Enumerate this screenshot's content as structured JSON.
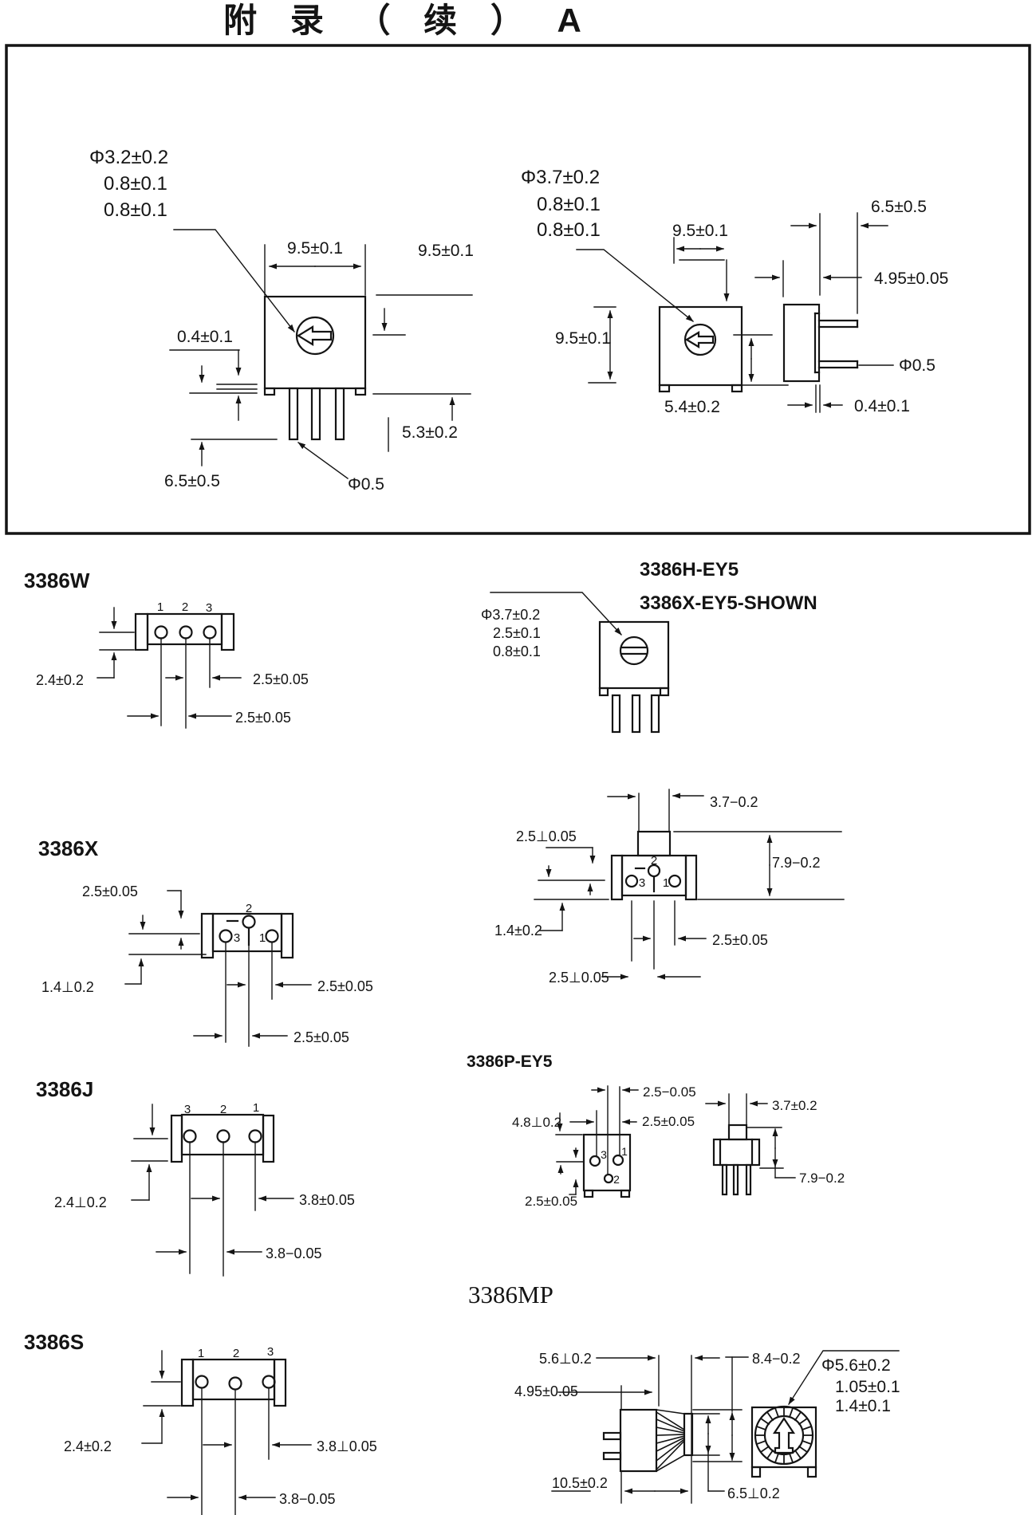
{
  "page": {
    "title": "附 录 （ 续 ） A"
  },
  "top_box": {
    "front_a": {
      "callout": [
        "Φ3.2±0.2",
        "0.8±0.1",
        "0.8±0.1"
      ],
      "dim_width": "9.5±0.1",
      "dim_height": "9.5±0.1",
      "dim_standoff": "0.4±0.1",
      "dim_pin_length": "5.3±0.2",
      "dim_pin_below": "6.5±0.5",
      "dim_pin_dia": "Φ0.5"
    },
    "front_b": {
      "callout": [
        "Φ3.7±0.2",
        "0.8±0.1",
        "0.8±0.1"
      ],
      "dim_width": "9.5±0.1",
      "dim_height": "9.5±0.1",
      "dim_center": "5.4±0.2",
      "dim_pin_length": "6.5±0.5",
      "dim_pin_pitch": "4.95±0.05",
      "dim_pin_dia": "Φ0.5",
      "dim_standoff": "0.4±0.1"
    }
  },
  "sections": {
    "w": {
      "title": "3386W",
      "pins": [
        "1",
        "2",
        "3"
      ],
      "dim_left": "2.4±0.2",
      "dim_right": "2.5±0.05",
      "dim_bottom": "2.5±0.05"
    },
    "x": {
      "title": "3386X",
      "pins": [
        "2",
        "3",
        "1"
      ],
      "dim_top": "2.5±0.05",
      "dim_left": "1.4⊥0.2",
      "dim_right": "2.5±0.05",
      "dim_bottom": "2.5±0.05"
    },
    "j": {
      "title": "3386J",
      "pins": [
        "3",
        "2",
        "1"
      ],
      "dim_left": "2.4⊥0.2",
      "dim_right": "3.8±0.05",
      "dim_bottom": "3.8−0.05"
    },
    "s": {
      "title": "3386S",
      "pins": [
        "1",
        "2",
        "3"
      ],
      "dim_left": "2.4±0.2",
      "dim_right": "3.8⊥0.05",
      "dim_bottom": "3.8−0.05"
    },
    "hey5": {
      "title1": "3386H-EY5",
      "title2": "3386X-EY5-SHOWN",
      "callout": [
        "Φ3.7±0.2",
        "2.5±0.1",
        "0.8±0.1"
      ],
      "bottom_view": {
        "pins": [
          "2",
          "3",
          "1"
        ],
        "dim_top": "3.7−0.2",
        "dim_top_left": "2.5⊥0.05",
        "dim_height": "7.9−0.2",
        "dim_left": "1.4±0.2",
        "dim_right": "2.5±0.05",
        "dim_bottom": "2.5⊥0.05"
      }
    },
    "pey5": {
      "title": "3386P-EY5",
      "pins": [
        "3",
        "1",
        "2"
      ],
      "dim_top1": "2.5−0.05",
      "dim_top2": "2.5±0.05",
      "dim_left": "4.8⊥0.2",
      "dim_bottom": "2.5±0.05",
      "side": {
        "dim_top": "3.7±0.2",
        "dim_height": "7.9−0.2"
      }
    },
    "mp": {
      "title": "3386MP",
      "dim_shaft": "5.6⊥0.2",
      "dim_pitch": "4.95±0.05",
      "dim_length": "10.5±0.2",
      "dim_face": "6.5⊥0.2",
      "dim_body": "8.4−0.2",
      "callout": [
        "Φ5.6±0.2",
        "1.05±0.1",
        "1.4±0.1"
      ]
    }
  }
}
